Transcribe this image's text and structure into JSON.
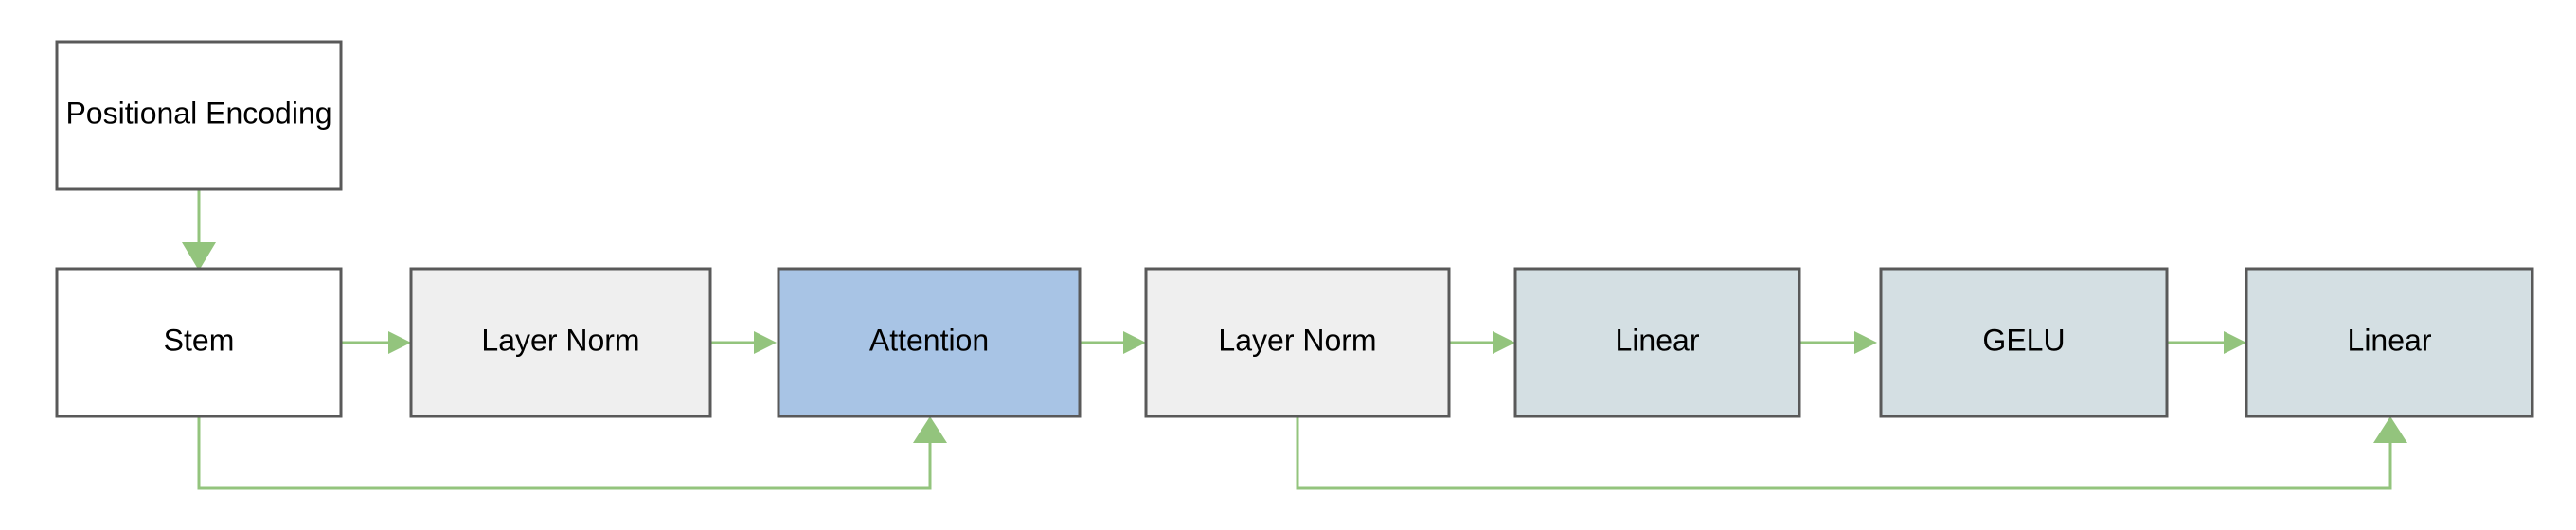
{
  "diagram": {
    "nodes": [
      {
        "id": "positional-encoding",
        "label": "Positional Encoding",
        "fill": "#ffffff"
      },
      {
        "id": "stem",
        "label": "Stem",
        "fill": "#ffffff"
      },
      {
        "id": "layer-norm-1",
        "label": "Layer Norm",
        "fill": "#efefef"
      },
      {
        "id": "attention",
        "label": "Attention",
        "fill": "#a8c4e5"
      },
      {
        "id": "layer-norm-2",
        "label": "Layer Norm",
        "fill": "#efefef"
      },
      {
        "id": "linear-1",
        "label": "Linear",
        "fill": "#d4dfe3"
      },
      {
        "id": "gelu",
        "label": "GELU",
        "fill": "#d4dfe3"
      },
      {
        "id": "linear-2",
        "label": "Linear",
        "fill": "#d4dfe3"
      }
    ],
    "edges": [
      {
        "from": "positional-encoding",
        "to": "stem"
      },
      {
        "from": "stem",
        "to": "layer-norm-1"
      },
      {
        "from": "layer-norm-1",
        "to": "attention"
      },
      {
        "from": "attention",
        "to": "layer-norm-2"
      },
      {
        "from": "layer-norm-2",
        "to": "linear-1"
      },
      {
        "from": "linear-1",
        "to": "gelu"
      },
      {
        "from": "gelu",
        "to": "linear-2"
      },
      {
        "from": "stem",
        "to": "attention",
        "type": "skip"
      },
      {
        "from": "layer-norm-2",
        "to": "linear-2",
        "type": "skip"
      }
    ],
    "colors": {
      "edge": "#93c47d",
      "border": "#595959",
      "text": "#000000"
    }
  }
}
